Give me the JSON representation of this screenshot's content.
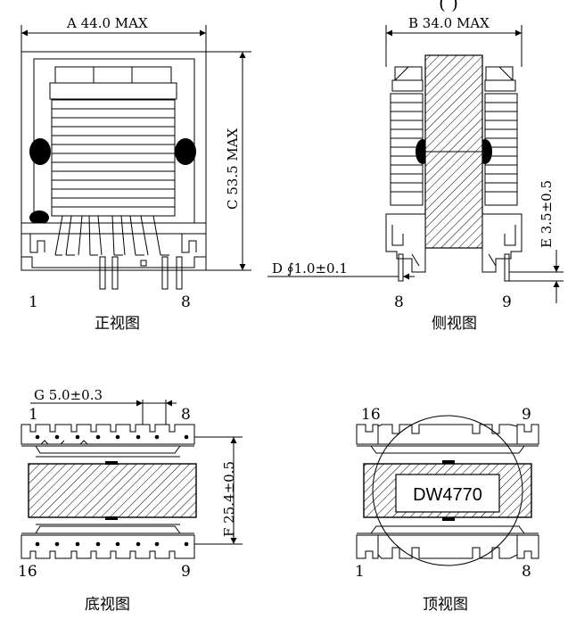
{
  "views": {
    "front": {
      "caption": "正视图",
      "pin_left": "1",
      "pin_right": "8"
    },
    "side": {
      "caption": "侧视图",
      "pin_left": "8",
      "pin_right": "9"
    },
    "bottom": {
      "caption": "底视图",
      "pin_tl": "1",
      "pin_tr": "8",
      "pin_bl": "16",
      "pin_br": "9"
    },
    "top": {
      "caption": "顶视图",
      "pin_tl": "16",
      "pin_tr": "9",
      "pin_bl": "1",
      "pin_br": "8",
      "part_number": "DW4770"
    }
  },
  "dimensions": {
    "a": "A 44.0 MAX",
    "b": "B 34.0 MAX",
    "c": "C 53.5 MAX",
    "d": "D ∮1.0±0.1",
    "e": "E 3.5±0.5",
    "f": "F 25.4±0.5",
    "g": "G 5.0±0.3"
  },
  "header_fragment": "(      )",
  "colors": {
    "ink": "#000000",
    "paper": "#ffffff"
  }
}
